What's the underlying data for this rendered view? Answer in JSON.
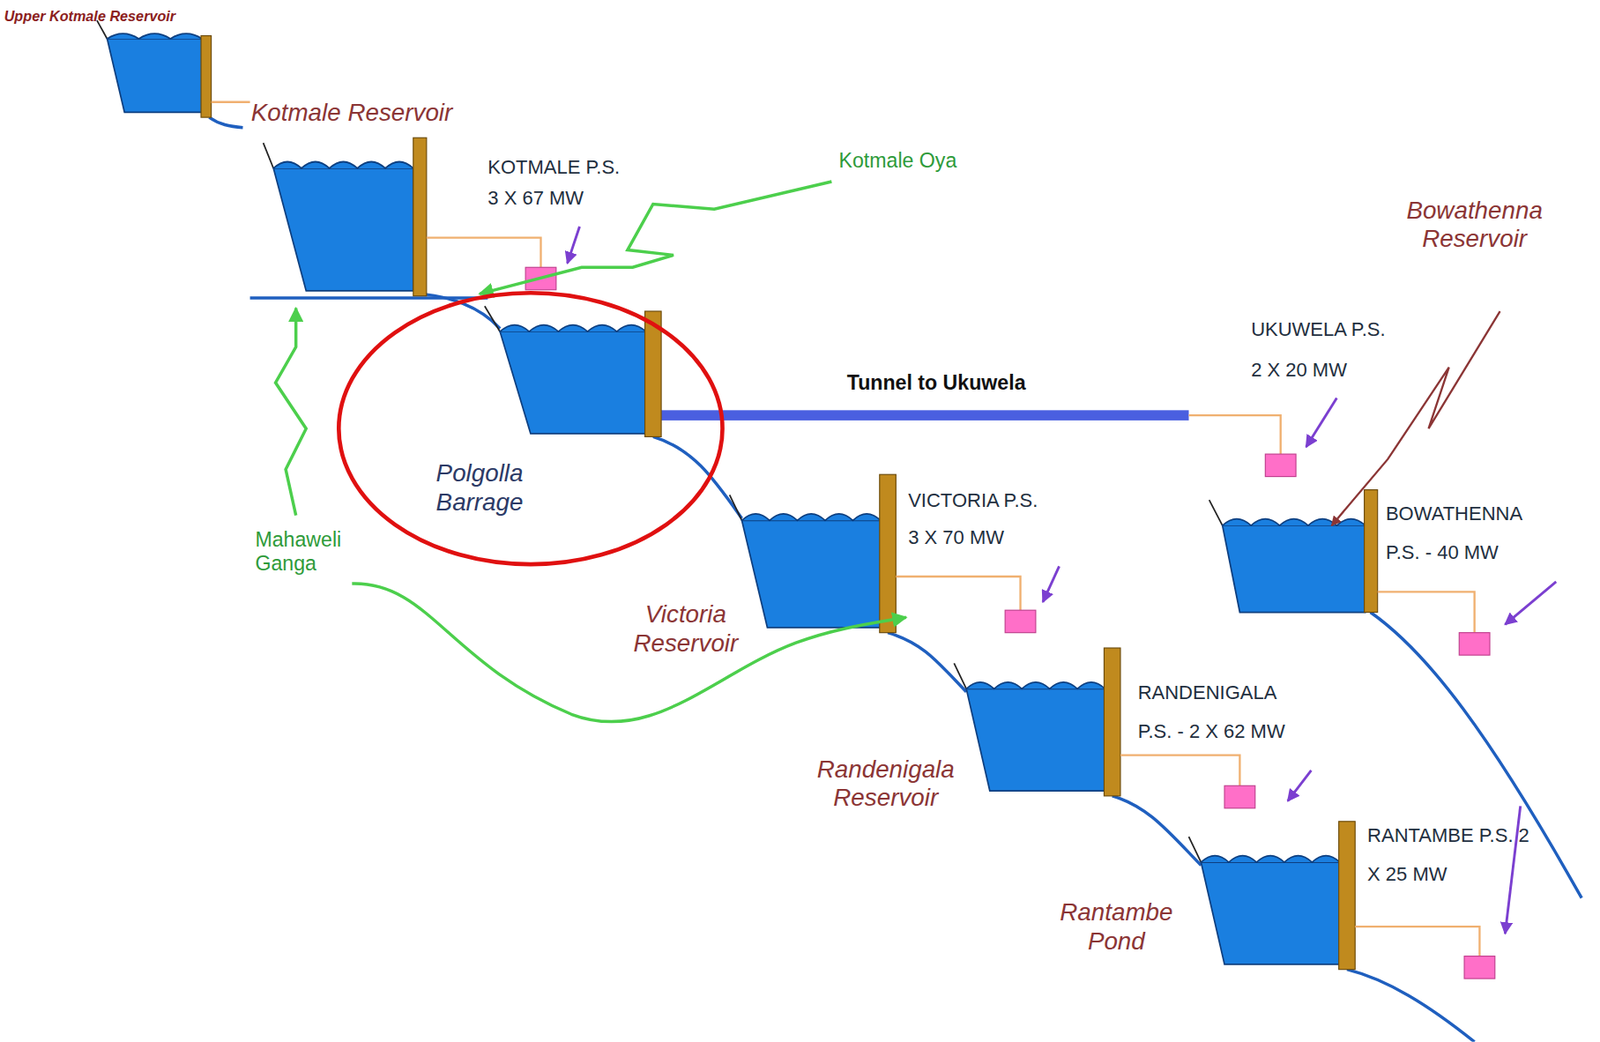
{
  "diagram": {
    "labels": [
      "Upper Kotmale Reservoir",
      "Kotmale Reservoir",
      "KOTMALE P.S.",
      "3 X 67 MW",
      "Kotmale Oya",
      "Bowathenna Reservoir",
      "UKUWELA P.S.",
      "2 X 20 MW",
      "Tunnel to Ukuwela",
      "Polgolla Barrage",
      "VICTORIA P.S.",
      "3 X 70 MW",
      "BOWATHENNA",
      "P.S. - 40 MW",
      "Mahaweli Ganga",
      "Victoria Reservoir",
      "RANDENIGALA",
      "P.S. - 2 X 62 MW",
      "Randenigala Reservoir",
      "RANTAMBE P.S. 2",
      "X 25 MW",
      "Rantambe Pond"
    ]
  }
}
